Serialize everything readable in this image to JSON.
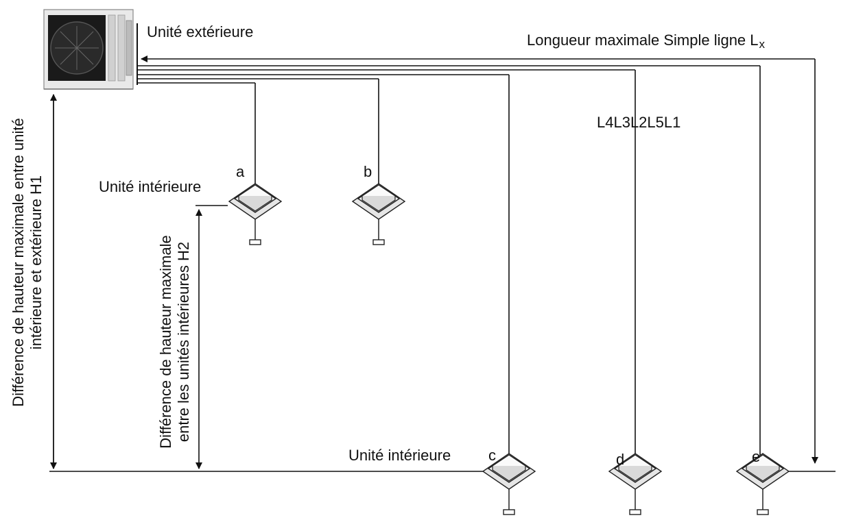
{
  "labels": {
    "outdoor_unit": "Unité extérieure",
    "max_length": "Longueur maximale Simple ligne L",
    "max_length_sub": "x",
    "segment_labels": "L4L3L2L5L1",
    "indoor_unit_top": "Unité intérieure",
    "indoor_unit_bottom": "Unité intérieure",
    "h1_line1": "Différence de hauteur maximale entre unité",
    "h1_line2": "intérieure et extérieure H1",
    "h2_line1": "Différence de hauteur maximale",
    "h2_line2": "entre les unités intérieures H2"
  },
  "indoor_units": [
    {
      "letter": "a"
    },
    {
      "letter": "b"
    },
    {
      "letter": "c"
    },
    {
      "letter": "d"
    },
    {
      "letter": "e"
    }
  ],
  "colors": {
    "line": "#111111",
    "unit_face": "#f2f2f2",
    "unit_shadow": "#c8c8c8"
  }
}
